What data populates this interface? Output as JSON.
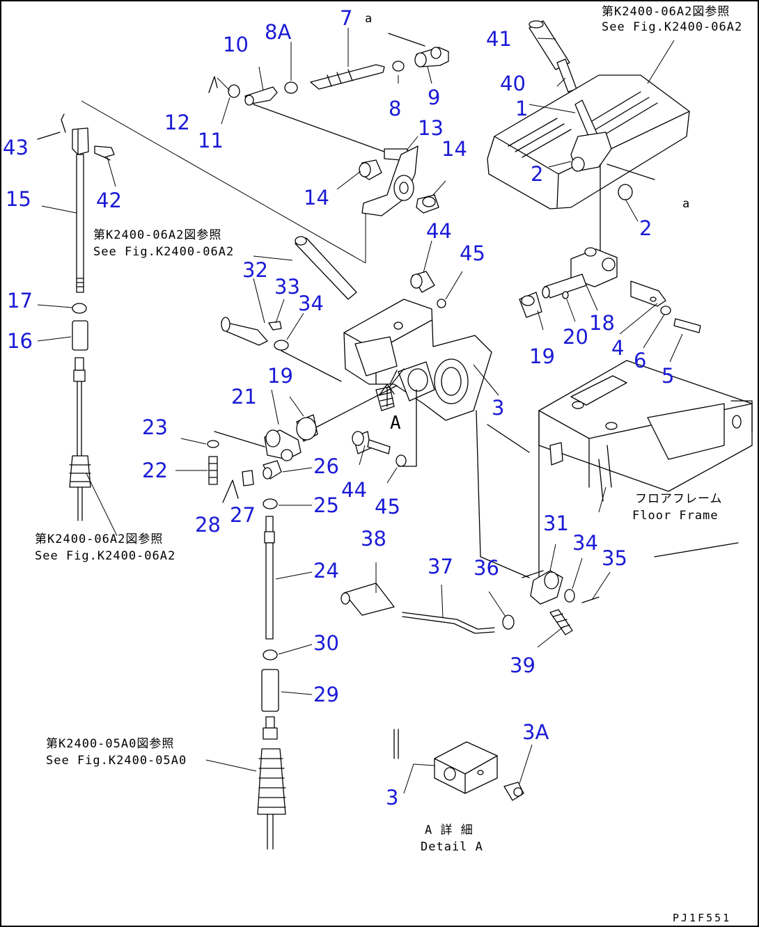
{
  "drawing_code": "PJ1F551",
  "callouts": {
    "c1": "1",
    "c2a": "2",
    "c2b": "2",
    "c3a": "3",
    "c3b": "3",
    "c3A": "3A",
    "c4": "4",
    "c5": "5",
    "c6": "6",
    "c7": "7",
    "c8": "8",
    "c8A": "8A",
    "c9": "9",
    "c10": "10",
    "c11": "11",
    "c12": "12",
    "c13": "13",
    "c14a": "14",
    "c14b": "14",
    "c15": "15",
    "c16": "16",
    "c17": "17",
    "c18": "18",
    "c19a": "19",
    "c19b": "19",
    "c20": "20",
    "c21": "21",
    "c22": "22",
    "c23": "23",
    "c24": "24",
    "c25": "25",
    "c26": "26",
    "c27": "27",
    "c28": "28",
    "c29": "29",
    "c30": "30",
    "c31": "31",
    "c32": "32",
    "c33": "33",
    "c34a": "34",
    "c34b": "34",
    "c35": "35",
    "c36": "36",
    "c37": "37",
    "c38": "38",
    "c39": "39",
    "c40": "40",
    "c41": "41",
    "c42": "42",
    "c43": "43",
    "c44a": "44",
    "c44b": "44",
    "c45a": "45",
    "c45b": "45"
  },
  "marks": {
    "a_top": "a",
    "a_right": "a",
    "A_view": "A"
  },
  "notes": {
    "ref_top_jp": "第K2400-06A2図参照",
    "ref_top_en": "See Fig.K2400-06A2",
    "ref_mid_jp": "第K2400-06A2図参照",
    "ref_mid_en": "See Fig.K2400-06A2",
    "ref_left_jp": "第K2400-06A2図参照",
    "ref_left_en": "See Fig.K2400-06A2",
    "ref_bottom_jp": "第K2400-05A0図参照",
    "ref_bottom_en": "See Fig.K2400-05A0",
    "floor_jp": "フロアフレーム",
    "floor_en": "Floor Frame",
    "detail_jp": "A 詳 細",
    "detail_en": "Detail A"
  }
}
